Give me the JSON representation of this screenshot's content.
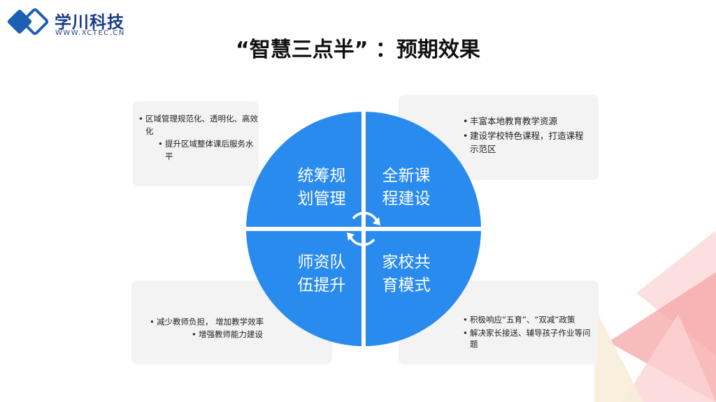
{
  "logo": {
    "name": "学川科技",
    "url": "WWW.XCTEC.CN",
    "colors": {
      "primary": "#1d5fb2",
      "dark": "#1d3e86"
    }
  },
  "title": "“智慧三点半” ：预期效果",
  "quadrants": {
    "top_left": {
      "line1": "统筹规",
      "line2": "划管理"
    },
    "top_right": {
      "line1": "全新课",
      "line2": "程建设"
    },
    "bottom_left": {
      "line1": "师资队",
      "line2": "伍提升"
    },
    "bottom_right": {
      "line1": "家校共",
      "line2": "育模式"
    },
    "circle_color": "#2a8bee",
    "center_icon": "cycle-arrows-icon"
  },
  "boxes": {
    "top_left": [
      "区域管理规范化、透明化、高效化",
      "提升区域整体课后服务水平"
    ],
    "top_right": [
      "丰富本地教育教学资源",
      "建设学校特色课程，打造课程示范区"
    ],
    "bottom_left": [
      "减少教师负担， 增加教学效率",
      "增强教师能力建设"
    ],
    "bottom_right": [
      "积极响应“五育”、“双减”政策",
      "解决家长接送、辅导孩子作业等问题"
    ]
  },
  "decoration_colors": {
    "red": "#f7a5a5",
    "pink": "#fbd3d3",
    "beige": "#f7edd9"
  }
}
